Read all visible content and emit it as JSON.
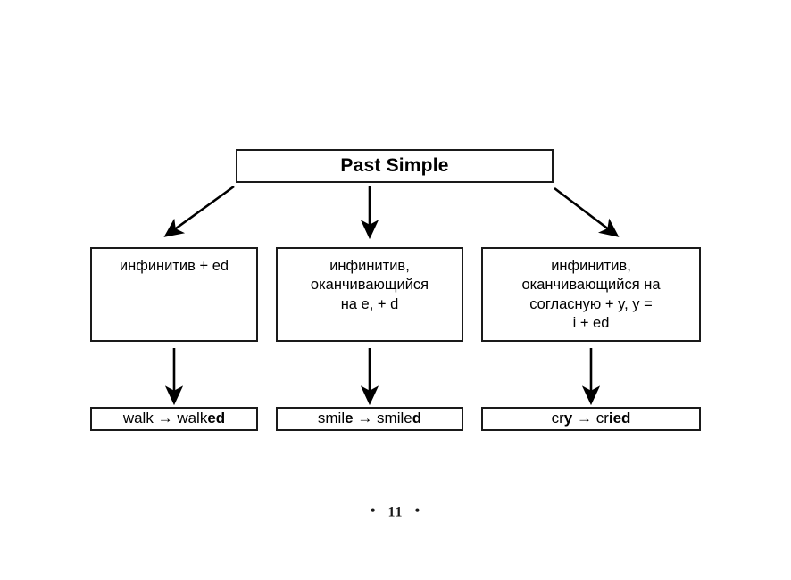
{
  "slide": {
    "background_color": "#ffffff",
    "line_color": "#1a1a1a",
    "title_node": {
      "label": "Past Simple"
    },
    "rule_nodes": [
      {
        "id": "rule-infinitive-ed",
        "text": "инфинитив + ed"
      },
      {
        "id": "rule-infinitive-e",
        "line1": "инфинитив,",
        "line2": "оканчивающийся",
        "line3": "на e, + d"
      },
      {
        "id": "rule-consonant-y",
        "line1": "инфинитив,",
        "line2": "оканчивающийся на",
        "line3": "согласную + y, y =",
        "line4": "i + ed"
      }
    ],
    "example_nodes": [
      {
        "id": "example-walk",
        "base_plain": "walk",
        "base_bold": "",
        "arrow": "→",
        "result_plain": "walk",
        "result_bold": "ed"
      },
      {
        "id": "example-smile",
        "base_plain": "smil",
        "base_bold": "e",
        "arrow": "→",
        "result_plain": "smile",
        "result_bold": "d"
      },
      {
        "id": "example-cry",
        "base_plain": "cr",
        "base_bold": "y",
        "arrow": "→",
        "result_plain": "cr",
        "result_bold": "ied"
      }
    ],
    "footer": {
      "left_bullet": "•",
      "page_number": "11",
      "right_bullet": "•"
    }
  }
}
